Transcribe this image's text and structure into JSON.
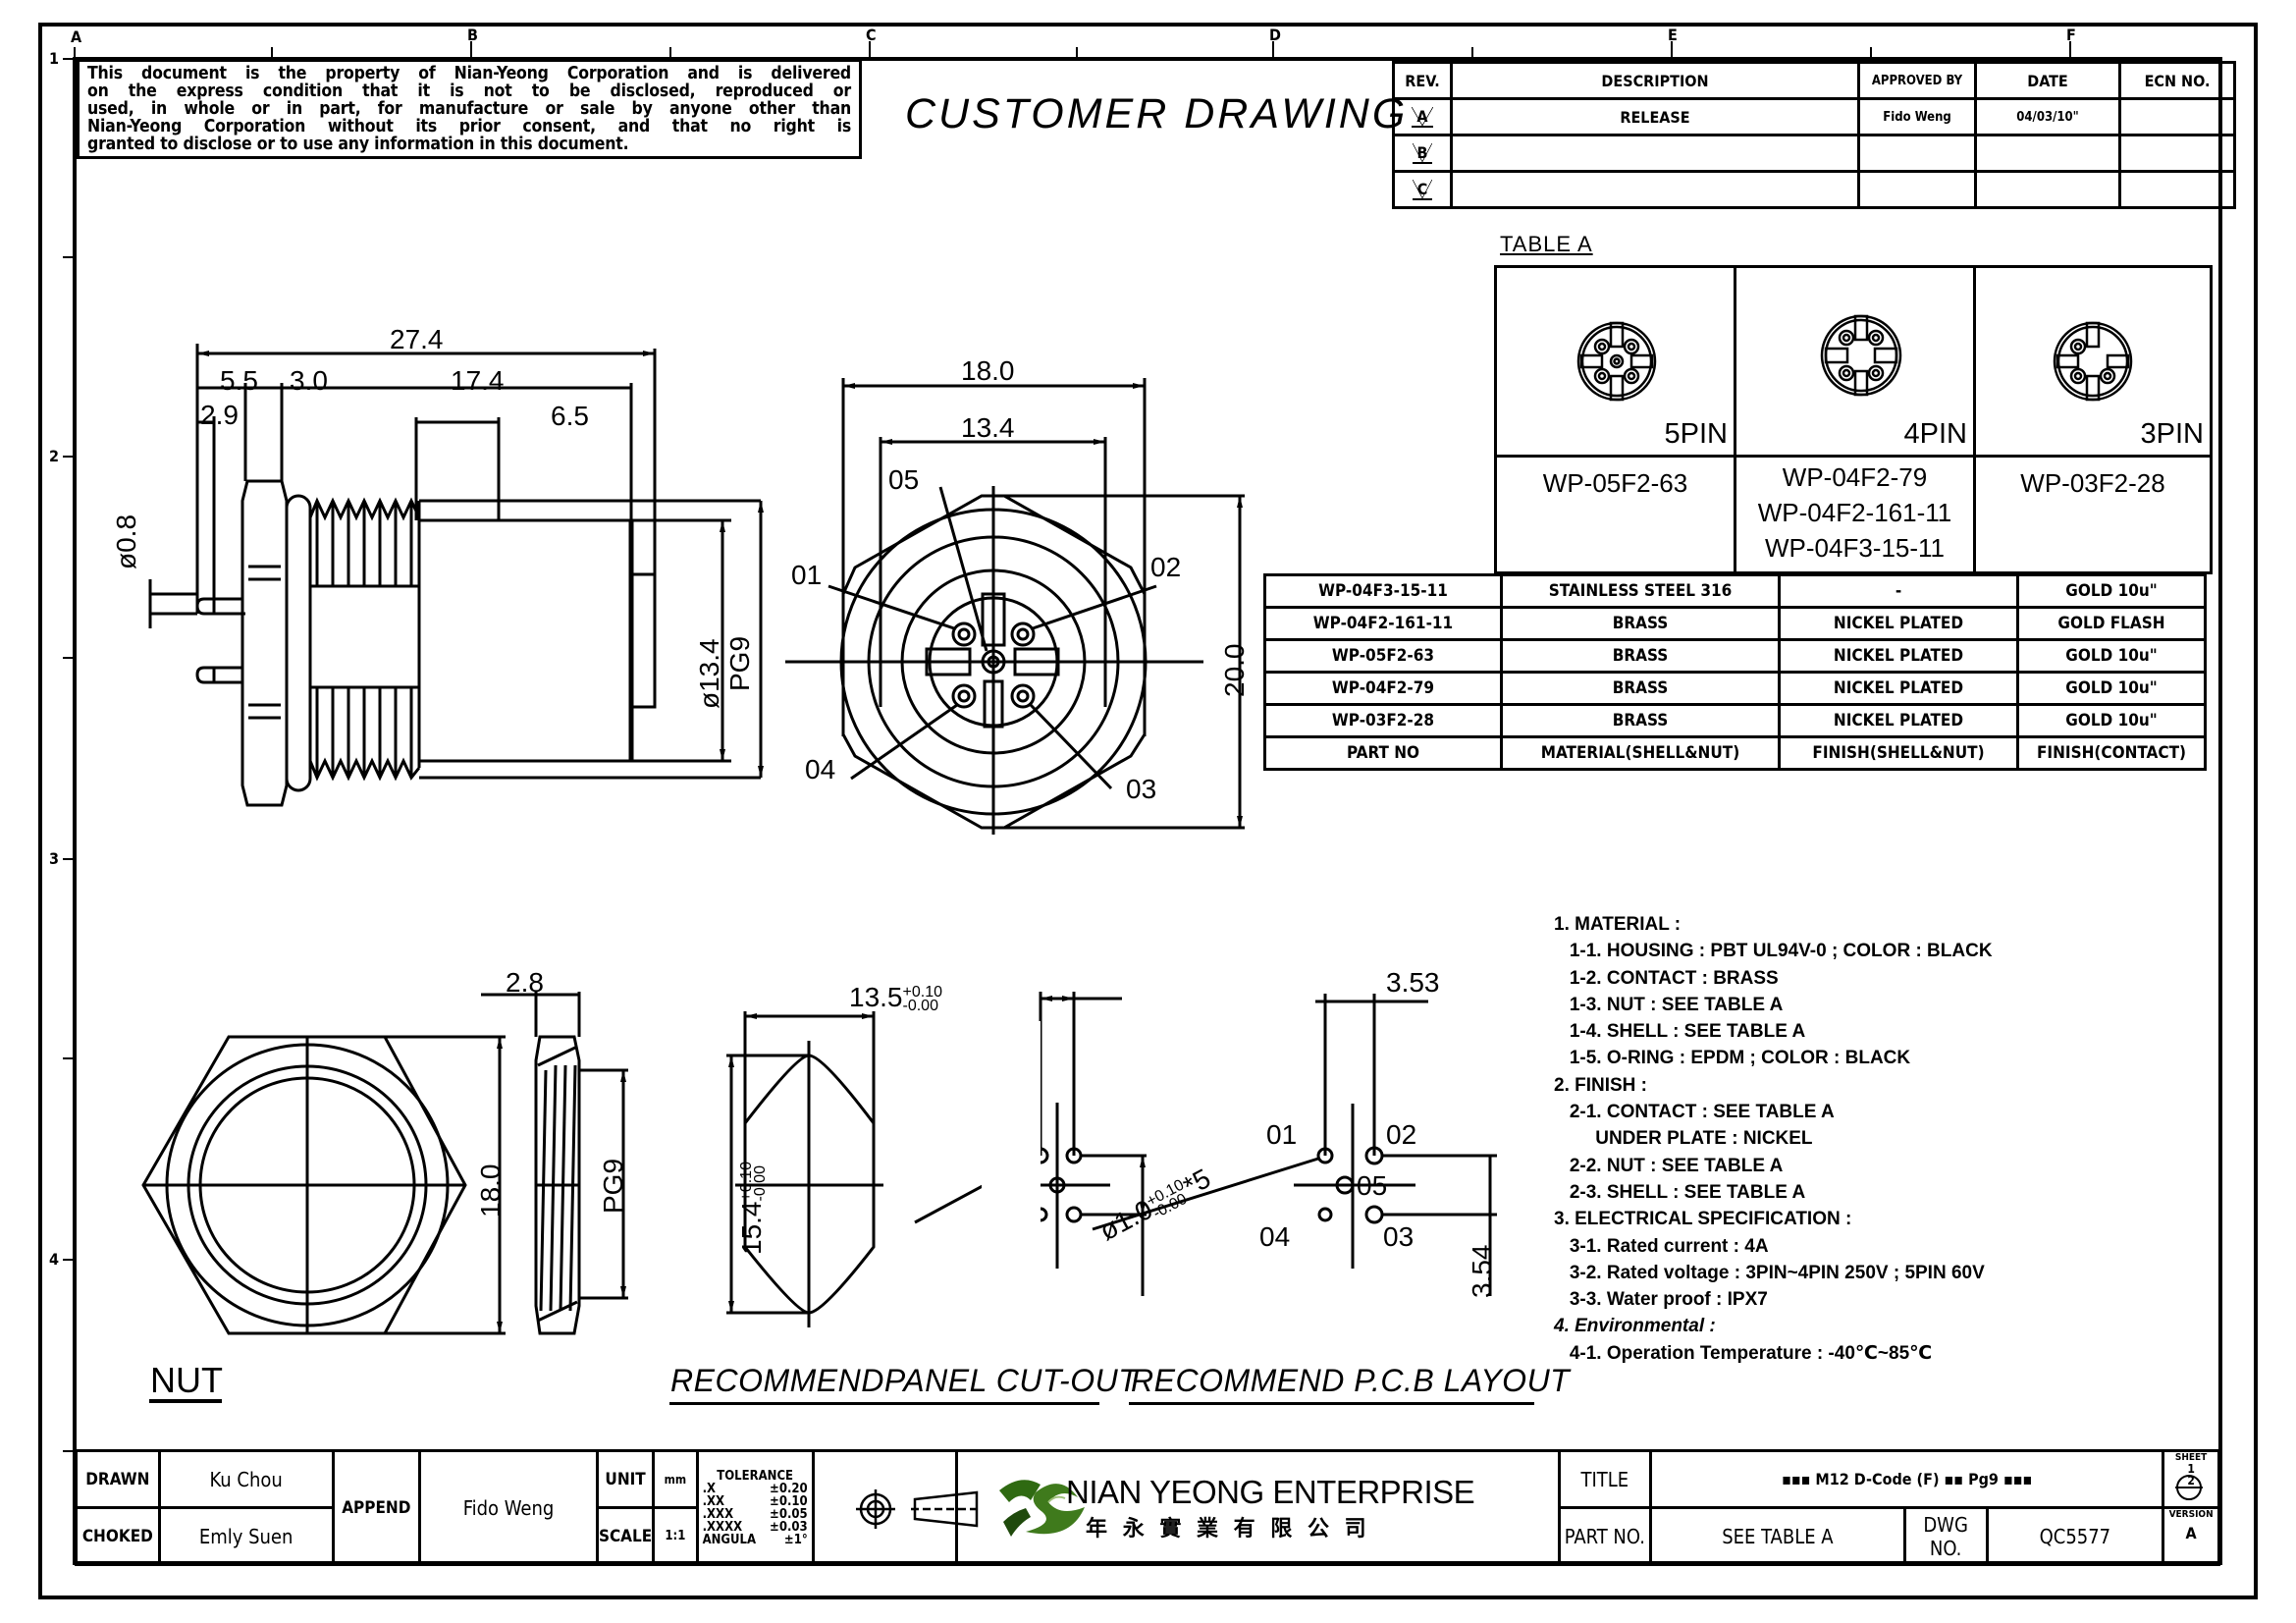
{
  "frame": {
    "columns": [
      "A",
      "B",
      "C",
      "D",
      "E",
      "F"
    ],
    "rows": [
      "1",
      "2",
      "3",
      "4"
    ]
  },
  "legal_notice": [
    "This document is the property of Nian-Yeong Corporation and is delivered",
    "on  the  express condition that it is not to be disclosed, reproduced or",
    "used, in whole or in part, for manufacture or sale by anyone other than",
    "Nian-Yeong Corporation without  its prior consent, and that  no right  is",
    "granted to disclose or to use any information in this  document."
  ],
  "heading": "CUSTOMER  DRAWING",
  "revision_table": {
    "headers": [
      "REV.",
      "DESCRIPTION",
      "APPROVED BY",
      "DATE",
      "ECN NO."
    ],
    "rows": [
      {
        "rev": "A",
        "description": "RELEASE",
        "approved_by": "Fido Weng",
        "date": "04/03/10\"",
        "ecn": ""
      },
      {
        "rev": "B",
        "description": "",
        "approved_by": "",
        "date": "",
        "ecn": ""
      },
      {
        "rev": "C",
        "description": "",
        "approved_by": "",
        "date": "",
        "ecn": ""
      }
    ]
  },
  "table_a": {
    "title": "TABLE A",
    "variants": [
      {
        "pins": "5PIN",
        "part_numbers": [
          "WP-05F2-63"
        ]
      },
      {
        "pins": "4PIN",
        "part_numbers": [
          "WP-04F2-79",
          "WP-04F2-161-11",
          "WP-04F3-15-11"
        ]
      },
      {
        "pins": "3PIN",
        "part_numbers": [
          "WP-03F2-28"
        ]
      }
    ]
  },
  "material_table": {
    "rows": [
      [
        "WP-04F3-15-11",
        "STAINLESS STEEL 316",
        "-",
        "GOLD 10u\""
      ],
      [
        "WP-04F2-161-11",
        "BRASS",
        "NICKEL PLATED",
        "GOLD FLASH"
      ],
      [
        "WP-05F2-63",
        "BRASS",
        "NICKEL PLATED",
        "GOLD 10u\""
      ],
      [
        "WP-04F2-79",
        "BRASS",
        "NICKEL PLATED",
        "GOLD 10u\""
      ],
      [
        "WP-03F2-28",
        "BRASS",
        "NICKEL PLATED",
        "GOLD 10u\""
      ]
    ],
    "headers": [
      "PART NO",
      "MATERIAL(SHELL&NUT)",
      "FINISH(SHELL&NUT)",
      "FINISH(CONTACT)"
    ]
  },
  "side_view": {
    "dims": {
      "overall": "27.4",
      "d1": "5.5",
      "d2": "3.0",
      "d3": "17.4",
      "d4": "2.9",
      "d5": "6.5",
      "pin_dia": "ø0.8",
      "body_dia": "ø13.4",
      "thread": "PG9"
    }
  },
  "front_view": {
    "dims": {
      "width": "18.0",
      "inner": "13.4",
      "height": "20.0"
    },
    "pins": [
      "01",
      "02",
      "03",
      "04",
      "05"
    ]
  },
  "nut_view": {
    "dims": {
      "thickness": "2.8",
      "across": "18.0",
      "thread": "PG9"
    },
    "caption": "NUT"
  },
  "panel_cutout": {
    "width": "13.5",
    "width_tol_plus": "+0.10",
    "width_tol_minus": "-0.00",
    "height": "15.4",
    "height_tol_plus": "+0.10",
    "height_tol_minus": "-0.00",
    "caption": "RECOMMENDPANEL CUT-OUT"
  },
  "pcb_layout": {
    "pitch_x": "3.53",
    "pitch_y": "3.54",
    "hole": "ø1.0",
    "hole_tol_plus": "+0.10",
    "hole_tol_minus": "-0.00",
    "hole_count": "*5",
    "pins": [
      "01",
      "02",
      "03",
      "04",
      "05"
    ],
    "caption": "RECOMMEND P.C.B LAYOUT"
  },
  "notes": [
    "1. MATERIAL :",
    "   1-1. HOUSING : PBT UL94V-0 ; COLOR : BLACK",
    "   1-2. CONTACT : BRASS",
    "   1-3. NUT : SEE TABLE A",
    "   1-4. SHELL : SEE TABLE A",
    "   1-5. O-RING : EPDM ; COLOR : BLACK",
    "2. FINISH :",
    "   2-1. CONTACT : SEE TABLE A",
    "        UNDER PLATE : NICKEL",
    "   2-2. NUT : SEE TABLE A",
    "   2-3. SHELL : SEE TABLE A",
    "3. ELECTRICAL SPECIFICATION :",
    "   3-1. Rated current : 4A",
    "   3-2. Rated voltage : 3PIN~4PIN 250V ; 5PIN 60V",
    "   3-3. Water proof : IPX7",
    "4. Environmental :",
    "   4-1. Operation Temperature : -40℃~85℃"
  ],
  "title_block": {
    "drawn_label": "DRAWN",
    "drawn_by": "Ku Chou",
    "checked_label": "CHOKED",
    "checked_by": "Emly Suen",
    "append_label": "APPEND",
    "append_by": "Fido Weng",
    "unit_label": "UNIT",
    "unit": "mm",
    "scale_label": "SCALE",
    "scale": "1:1",
    "tolerance": {
      "title": "TOLERANCE",
      "rows": [
        [
          ".X",
          "±0.20"
        ],
        [
          ".XX",
          "±0.10"
        ],
        [
          ".XXX",
          "±0.05"
        ],
        [
          ".XXXX",
          "±0.03"
        ],
        [
          "ANGULA",
          "±1°"
        ]
      ]
    },
    "company_en": "NIAN YEONG ENTERPRISE",
    "company_zh": "年 永 實 業 有 限 公 司",
    "title_label": "TITLE",
    "title": "▪▪▪ M12 D-Code (F) ▪▪ Pg9 ▪▪▪",
    "part_no_label": "PART NO.",
    "part_no": "SEE TABLE A",
    "dwg_no_label": "DWG NO.",
    "dwg_no": "QC5577",
    "sheet_label": "SHEET",
    "sheet_num": "1",
    "sheet_total": "2",
    "version_label": "VERSION",
    "version": "A"
  },
  "colors": {
    "ink": "#000000",
    "logo_green": "#3f7a1c",
    "logo_dark": "#1f4a0c"
  }
}
